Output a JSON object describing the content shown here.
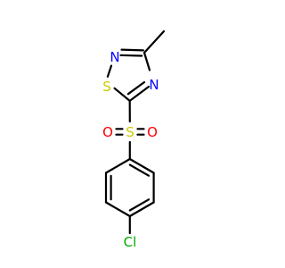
{
  "molecule": {
    "atoms": {
      "n_top": {
        "symbol": "N",
        "color": "#0000ff"
      },
      "s_ring": {
        "symbol": "S",
        "color": "#cccc00"
      },
      "n_right": {
        "symbol": "N",
        "color": "#0000ff"
      },
      "s_sulfonyl": {
        "symbol": "S",
        "color": "#cccc00"
      },
      "o_left": {
        "symbol": "O",
        "color": "#ff0000"
      },
      "o_right": {
        "symbol": "O",
        "color": "#ff0000"
      },
      "cl": {
        "symbol": "Cl",
        "color": "#00aa00"
      }
    }
  }
}
